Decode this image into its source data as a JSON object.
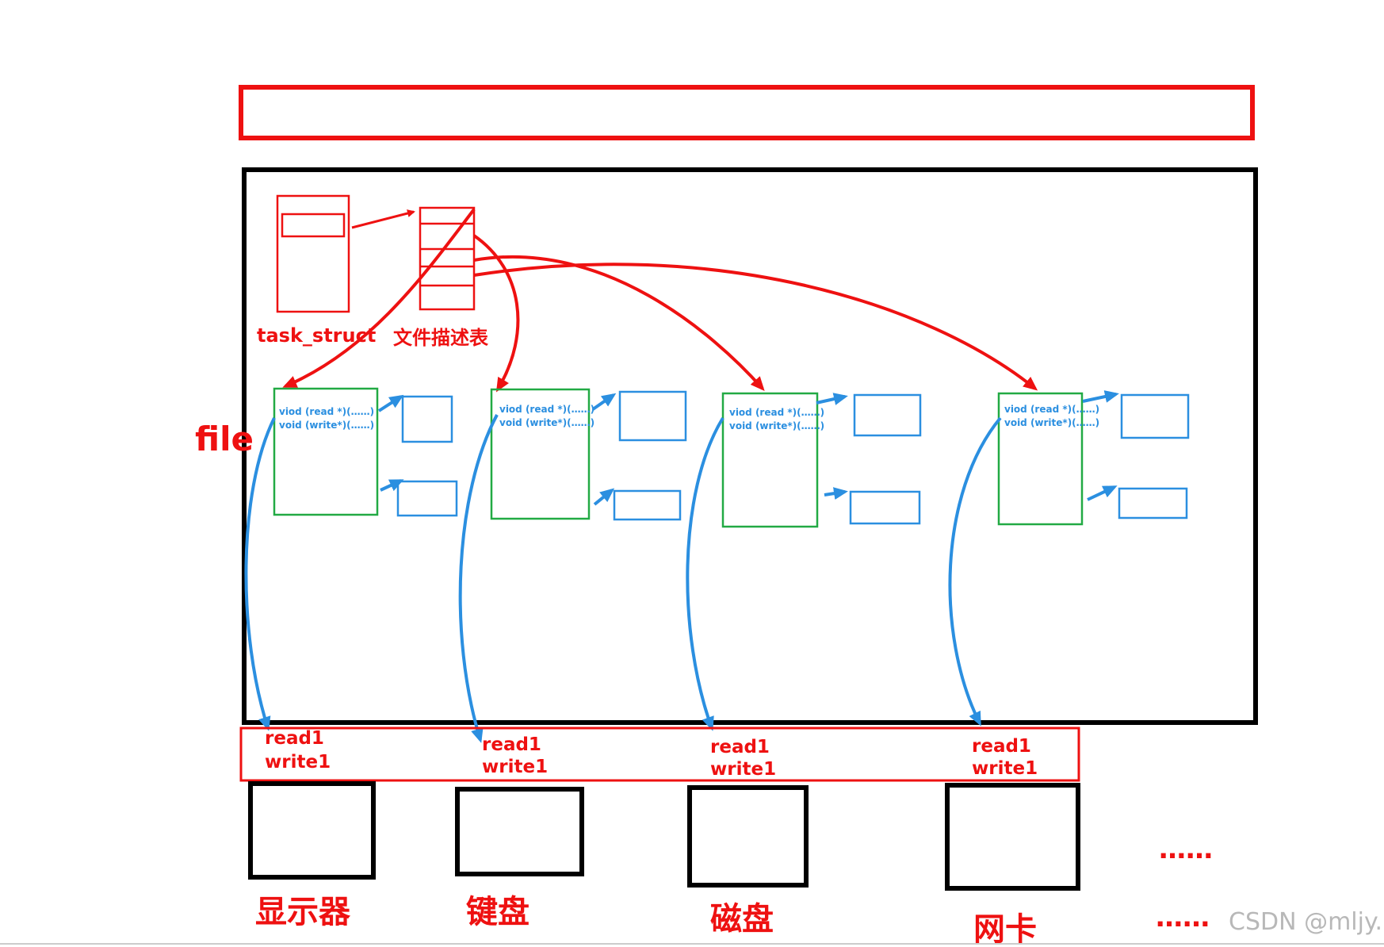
{
  "labels": {
    "task_struct": "task_struct",
    "fd_table": "文件描述表",
    "file": "file"
  },
  "file_objects": [
    {
      "read_line": "viod (read *)(……)",
      "write_line": "void (write*)(……)"
    },
    {
      "read_line": "viod (read *)(……)",
      "write_line": "void (write*)(……)"
    },
    {
      "read_line": "viod (read *)(……)",
      "write_line": "void (write*)(……)"
    },
    {
      "read_line": "viod (read *)(……)",
      "write_line": "void (write*)(……)"
    }
  ],
  "driver_functions": [
    {
      "read": "read1",
      "write": "write1"
    },
    {
      "read": "read1",
      "write": "write1"
    },
    {
      "read": "read1",
      "write": "write1"
    },
    {
      "read": "read1",
      "write": "write1"
    }
  ],
  "devices": [
    "显示器",
    "键盘",
    "磁盘",
    "网卡"
  ],
  "ellipsis": [
    "……",
    "……"
  ],
  "watermark": "CSDN @mljy.",
  "colors": {
    "red": "#ee1111",
    "black": "#000000",
    "green": "#22aa44",
    "blue": "#2b8fe0",
    "watermark": "#b8b8b8"
  }
}
